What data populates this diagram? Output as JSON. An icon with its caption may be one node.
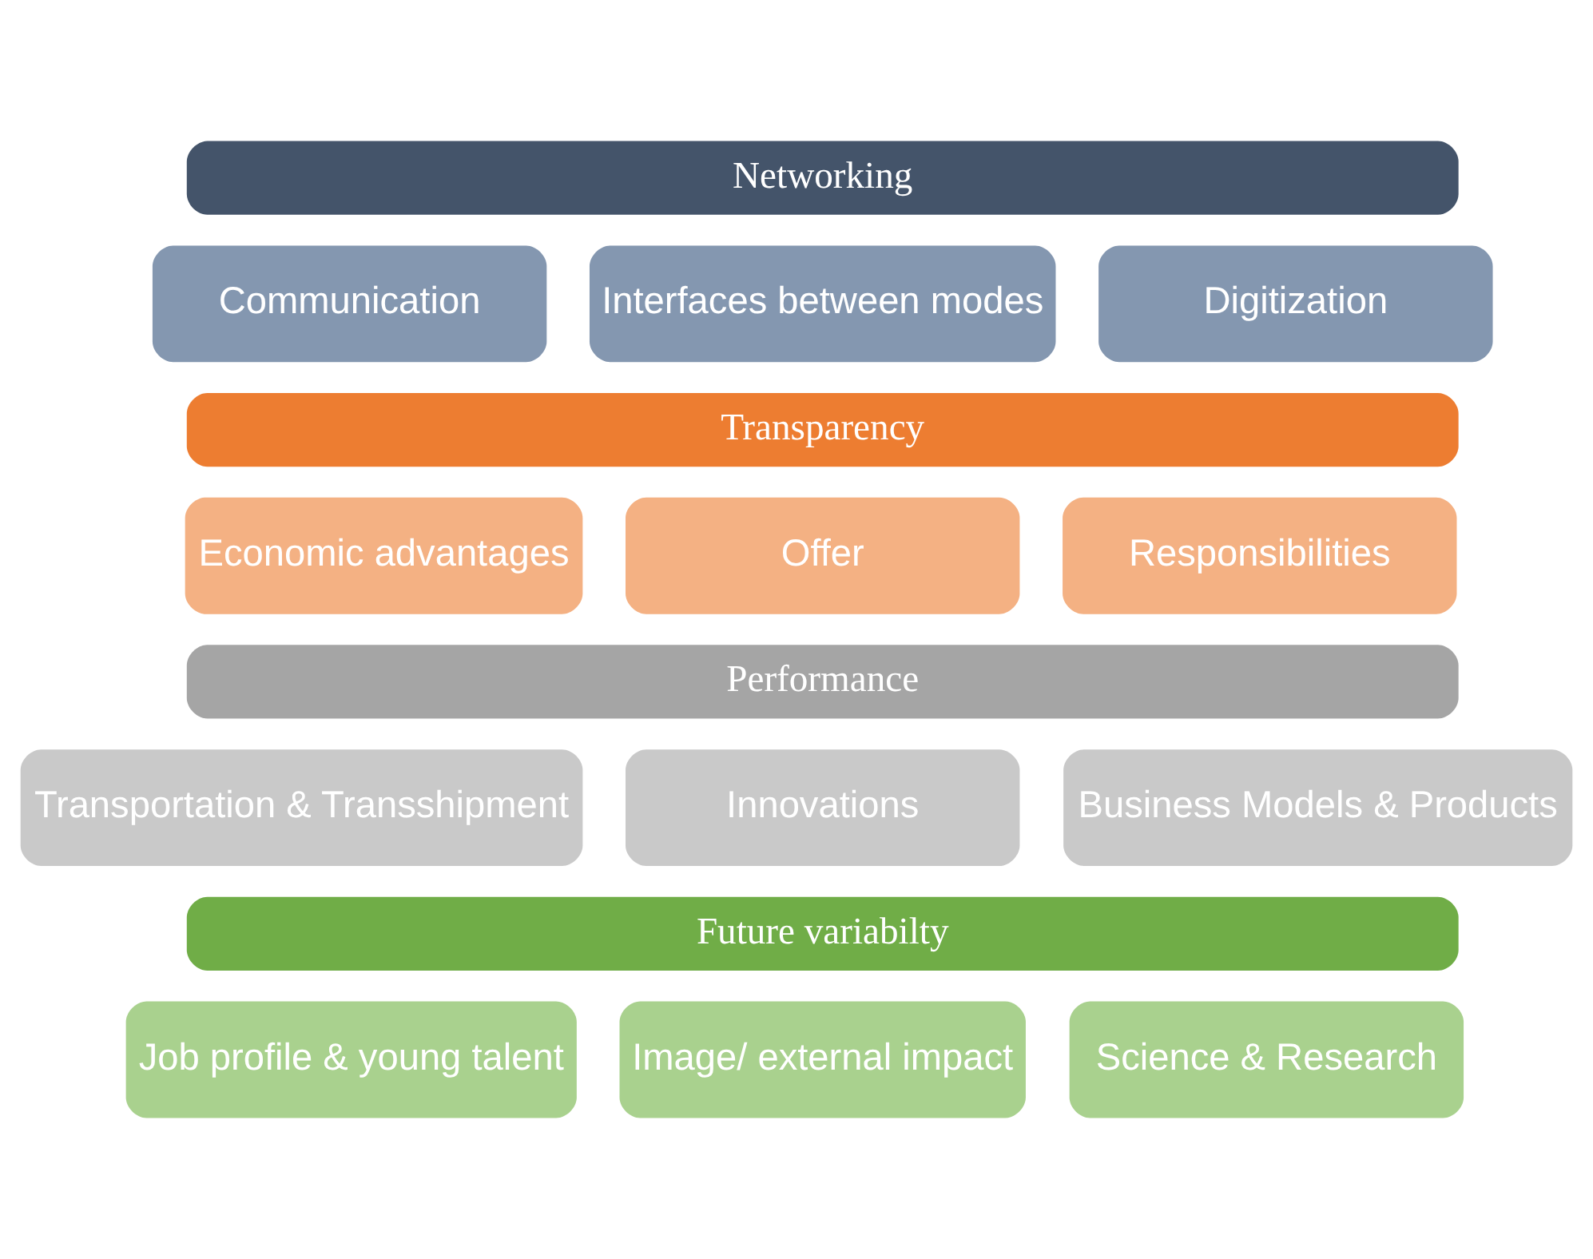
{
  "diagram": {
    "nodes": [
      {
        "text": [
          "Networking"
        ]
      },
      {
        "text": [
          "Communication"
        ]
      },
      {
        "text": [
          "Interfaces between modes"
        ]
      },
      {
        "text": [
          "Digitization"
        ]
      },
      {
        "text": [
          "Transparency"
        ]
      },
      {
        "text": [
          "Economic advantages"
        ]
      },
      {
        "text": [
          "Offer"
        ]
      },
      {
        "text": [
          "Responsibilities"
        ]
      },
      {
        "text": [
          "Performance"
        ]
      },
      {
        "text": [
          "Transportation & Transshipment"
        ]
      },
      {
        "text": [
          "Innovations"
        ]
      },
      {
        "text": [
          "Business Models & Products"
        ]
      },
      {
        "text": [
          "Future variabilty"
        ]
      },
      {
        "text": [
          "Job profile & young talent"
        ]
      },
      {
        "text": [
          "Image/ external impact"
        ]
      },
      {
        "text": [
          "Science & Research"
        ]
      }
    ],
    "edges": []
  }
}
